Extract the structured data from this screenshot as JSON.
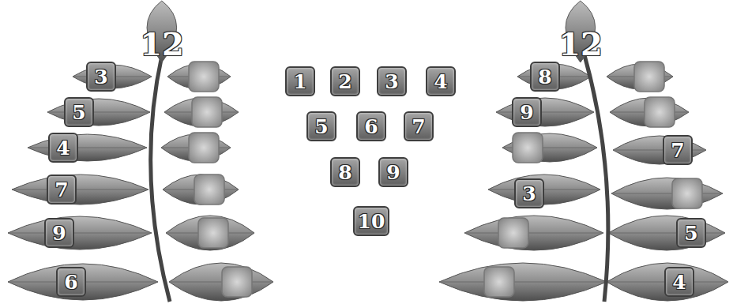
{
  "diagram": {
    "nodes": [
      {
        "text": [
          "12"
        ]
      },
      {
        "text": [
          "3"
        ]
      },
      {
        "text": [
          "5"
        ]
      },
      {
        "text": [
          "4"
        ]
      },
      {
        "text": [
          "7"
        ]
      },
      {
        "text": [
          "9"
        ]
      },
      {
        "text": [
          "6"
        ]
      },
      {
        "text": [
          "1"
        ]
      },
      {
        "text": [
          "2"
        ]
      },
      {
        "text": [
          "3"
        ]
      },
      {
        "text": [
          "4"
        ]
      },
      {
        "text": [
          "5"
        ]
      },
      {
        "text": [
          "6"
        ]
      },
      {
        "text": [
          "7"
        ]
      },
      {
        "text": [
          "8"
        ]
      },
      {
        "text": [
          "9"
        ]
      },
      {
        "text": [
          "10"
        ]
      },
      {
        "text": [
          "12"
        ]
      },
      {
        "text": [
          "8"
        ]
      },
      {
        "text": [
          "9"
        ]
      },
      {
        "text": [
          "7"
        ]
      },
      {
        "text": [
          "3"
        ]
      },
      {
        "text": [
          "5"
        ]
      },
      {
        "text": [
          "4"
        ]
      }
    ]
  }
}
